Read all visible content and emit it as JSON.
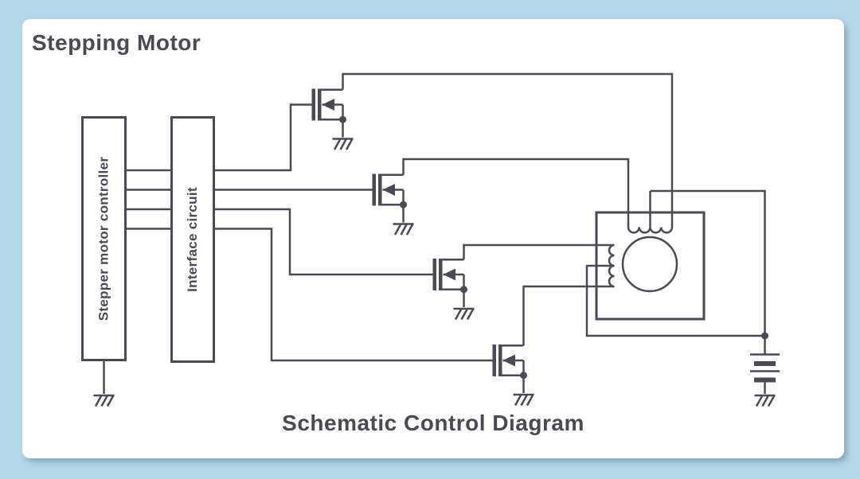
{
  "header": {
    "title": "Stepping Motor"
  },
  "caption": "Schematic Control Diagram",
  "blocks": {
    "controller": {
      "label": "Stepper motor controller"
    },
    "interface": {
      "label": "Interface circuit"
    }
  },
  "components": {
    "transistor_count": 4,
    "transistors": [
      "mosfet-q1",
      "mosfet-q2",
      "mosfet-q3",
      "mosfet-q4"
    ],
    "motor": "stepper-motor-symbol",
    "motor_windings": [
      "phase-a-coil",
      "phase-b-coil"
    ],
    "battery": "battery-symbol",
    "ground": "ground-symbol",
    "ground_count": 6,
    "control_lines_count": 4
  },
  "colors": {
    "background": "#b3d8e7",
    "panel": "#ffffff",
    "line": "#4a4a52",
    "text": "#4a4a52"
  }
}
